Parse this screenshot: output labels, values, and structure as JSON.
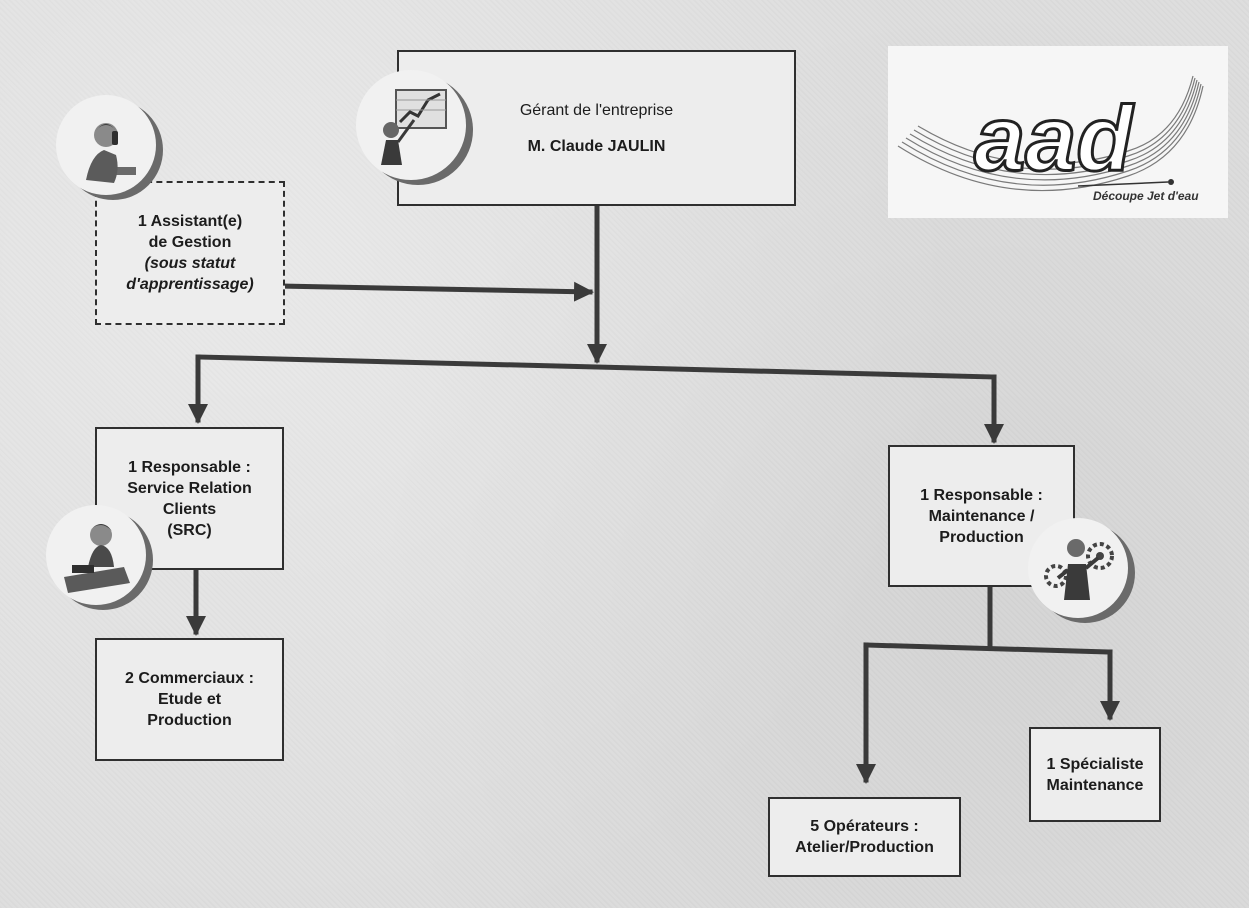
{
  "org_chart": {
    "gerant": {
      "title": "Gérant de l'entreprise",
      "name": "M. Claude JAULIN"
    },
    "assistant": {
      "line1": "1 Assistant(e)",
      "line2": "de Gestion",
      "line3": "(sous statut",
      "line4": "d'apprentissage)"
    },
    "src_manager": {
      "line1": "1 Responsable :",
      "line2": "Service Relation",
      "line3": "Clients",
      "line4": "(SRC)"
    },
    "commerciaux": {
      "line1": "2 Commerciaux :",
      "line2": "Etude et",
      "line3": "Production"
    },
    "maintenance_manager": {
      "line1": "1 Responsable :",
      "line2": "Maintenance /",
      "line3": "Production"
    },
    "operateurs": {
      "line1": "5 Opérateurs :",
      "line2": "Atelier/Production"
    },
    "specialiste": {
      "line1": "1 Spécialiste",
      "line2": "Maintenance"
    }
  },
  "logo": {
    "text": "aad",
    "tagline": "Découpe Jet d'eau"
  }
}
